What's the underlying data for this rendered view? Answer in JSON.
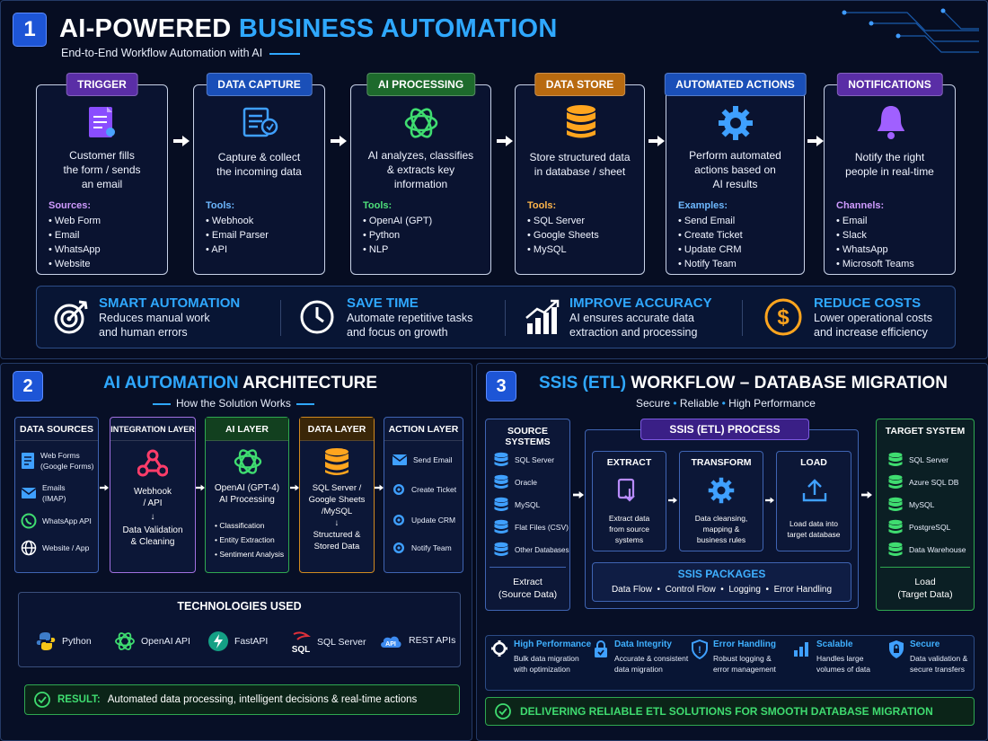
{
  "section1": {
    "number": "1",
    "title_part1": "AI-POWERED",
    "title_part2": "BUSINESS AUTOMATION",
    "subtitle": "End-to-End Workflow Automation with AI",
    "steps": [
      {
        "tag": "TRIGGER",
        "desc1": "Customer fills",
        "desc2": "the form / sends",
        "desc3": "an email",
        "list_title": "Sources:",
        "items": [
          "Web Form",
          "Email",
          "WhatsApp",
          "Website"
        ],
        "icon": "form-document-icon",
        "tag_color": "#5a2ea6",
        "list_color": "#cf9bff"
      },
      {
        "tag": "DATA CAPTURE",
        "desc1": "Capture & collect",
        "desc2": "the incoming data",
        "desc3": "",
        "list_title": "Tools:",
        "items": [
          "Webhook",
          "Email Parser",
          "API"
        ],
        "icon": "data-capture-icon",
        "tag_color": "#1a4fb8",
        "list_color": "#6db8ff"
      },
      {
        "tag": "AI PROCESSING",
        "desc1": "AI analyzes, classifies",
        "desc2": "& extracts key",
        "desc3": "information",
        "list_title": "Tools:",
        "items": [
          "OpenAI (GPT)",
          "Python",
          "NLP"
        ],
        "icon": "openai-icon",
        "tag_color": "#1d6a2c",
        "list_color": "#4ee07a"
      },
      {
        "tag": "DATA STORE",
        "desc1": "Store structured data",
        "desc2": "in database / sheet",
        "desc3": "",
        "list_title": "Tools:",
        "items": [
          "SQL Server",
          "Google Sheets",
          "MySQL"
        ],
        "icon": "database-icon",
        "tag_color": "#b86a10",
        "list_color": "#ffb64a"
      },
      {
        "tag": "AUTOMATED ACTIONS",
        "desc1": "Perform automated",
        "desc2": "actions based on",
        "desc3": "AI results",
        "list_title": "Examples:",
        "items": [
          "Send Email",
          "Create Ticket",
          "Update CRM",
          "Notify Team"
        ],
        "icon": "gear-icon",
        "tag_color": "#1a4fb8",
        "list_color": "#6db8ff"
      },
      {
        "tag": "NOTIFICATIONS",
        "desc1": "Notify the right",
        "desc2": "people in real-time",
        "desc3": "",
        "list_title": "Channels:",
        "items": [
          "Email",
          "Slack",
          "WhatsApp",
          "Microsoft Teams"
        ],
        "icon": "bell-icon",
        "tag_color": "#5a2ea6",
        "list_color": "#cf9bff"
      }
    ],
    "benefits": [
      {
        "title": "SMART AUTOMATION",
        "line1": "Reduces manual work",
        "line2": "and human errors",
        "icon": "target-icon"
      },
      {
        "title": "SAVE TIME",
        "line1": "Automate repetitive tasks",
        "line2": "and focus on growth",
        "icon": "clock-icon"
      },
      {
        "title": "IMPROVE ACCURACY",
        "line1": "AI ensures accurate data",
        "line2": "extraction and processing",
        "icon": "growth-chart-icon"
      },
      {
        "title": "REDUCE COSTS",
        "line1": "Lower operational costs",
        "line2": "and increase efficiency",
        "icon": "dollar-coin-icon"
      }
    ]
  },
  "section2": {
    "number": "2",
    "title_part1": "AI AUTOMATION",
    "title_part2": "ARCHITECTURE",
    "subtitle": "How the Solution Works",
    "sources": {
      "header": "DATA SOURCES",
      "items": [
        {
          "l1": "Web Forms",
          "l2": "(Google Forms)"
        },
        {
          "l1": "Emails",
          "l2": "(IMAP)"
        },
        {
          "l1": "WhatsApp API",
          "l2": ""
        },
        {
          "l1": "Website / App",
          "l2": ""
        }
      ]
    },
    "integration": {
      "header": "INTEGRATION LAYER",
      "l1": "Webhook",
      "l2": "/ API",
      "l3": "Data Validation",
      "l4": "& Cleaning"
    },
    "ai": {
      "header": "AI LAYER",
      "l1": "OpenAI (GPT-4)",
      "l2": "AI Processing",
      "items": [
        "Classification",
        "Entity Extraction",
        "Sentiment Analysis"
      ]
    },
    "data": {
      "header": "DATA LAYER",
      "l1": "SQL Server /",
      "l2": "Google Sheets",
      "l3": "/MySQL",
      "l4": "Structured &",
      "l5": "Stored Data"
    },
    "action": {
      "header": "ACTION LAYER",
      "items": [
        "Send Email",
        "Create Ticket",
        "Update CRM",
        "Notify Team"
      ]
    },
    "tech": {
      "title": "TECHNOLOGIES USED",
      "items": [
        "Python",
        "OpenAI API",
        "FastAPI",
        "SQL Server",
        "REST APIs"
      ]
    },
    "result": {
      "label": "RESULT:",
      "text": "Automated data processing, intelligent decisions & real-time actions"
    }
  },
  "section3": {
    "number": "3",
    "title_part1": "SSIS (ETL)",
    "title_part2": "WORKFLOW – DATABASE MIGRATION",
    "sub1": "Secure",
    "sub2": "Reliable",
    "sub3": "High Performance",
    "source": {
      "header": "SOURCE SYSTEMS",
      "items": [
        "SQL Server",
        "Oracle",
        "MySQL",
        "Flat Files (CSV)",
        "Other Databases"
      ],
      "f1": "Extract",
      "f2": "(Source Data)"
    },
    "process": {
      "header": "SSIS (ETL) PROCESS",
      "steps": [
        {
          "title": "EXTRACT",
          "l1": "Extract data",
          "l2": "from source",
          "l3": "systems"
        },
        {
          "title": "TRANSFORM",
          "l1": "Data cleansing,",
          "l2": "mapping &",
          "l3": "business rules"
        },
        {
          "title": "LOAD",
          "l1": "Load data into",
          "l2": "target database",
          "l3": ""
        }
      ],
      "packages_title": "SSIS PACKAGES",
      "packages": [
        "Data Flow",
        "Control Flow",
        "Logging",
        "Error Handling"
      ]
    },
    "target": {
      "header": "TARGET SYSTEM",
      "items": [
        "SQL Server",
        "Azure SQL DB",
        "MySQL",
        "PostgreSQL",
        "Data Warehouse"
      ],
      "f1": "Load",
      "f2": "(Target Data)"
    },
    "features": [
      {
        "title": "High Performance",
        "l1": "Bulk data migration",
        "l2": "with optimization",
        "icon": "gear-icon"
      },
      {
        "title": "Data Integrity",
        "l1": "Accurate & consistent",
        "l2": "data migration",
        "icon": "lock-icon"
      },
      {
        "title": "Error Handling",
        "l1": "Robust logging &",
        "l2": "error management",
        "icon": "shield-alert-icon"
      },
      {
        "title": "Scalable",
        "l1": "Handles large",
        "l2": "volumes of data",
        "icon": "bar-chart-icon"
      },
      {
        "title": "Secure",
        "l1": "Data validation &",
        "l2": "secure transfers",
        "icon": "shield-lock-icon"
      }
    ],
    "footer": "DELIVERING RELIABLE ETL SOLUTIONS FOR SMOOTH DATABASE MIGRATION"
  }
}
